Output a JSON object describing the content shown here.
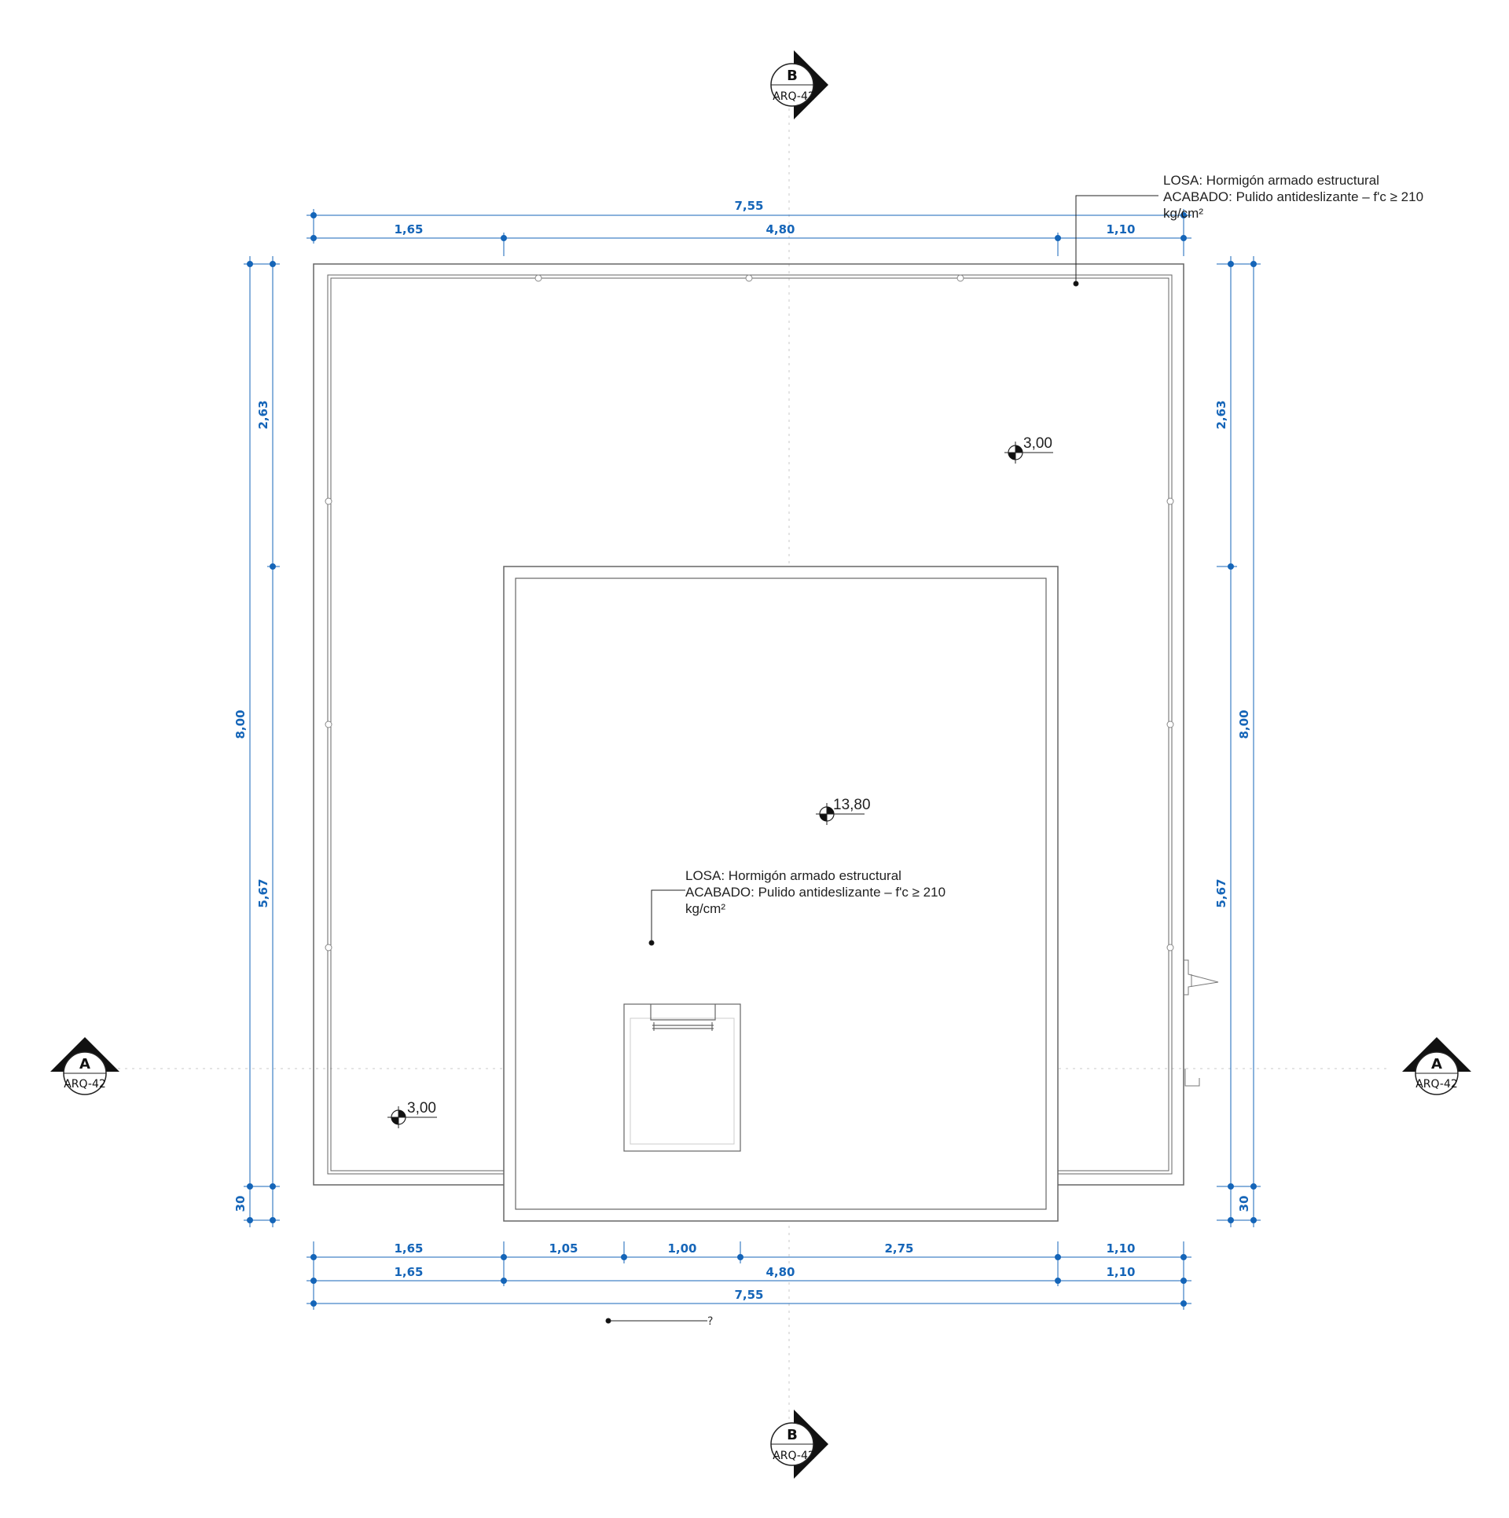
{
  "dimensions": {
    "top_overall": "7,55",
    "top_segments": [
      "1,65",
      "4,80",
      "1,10"
    ],
    "bottom_row1": [
      "1,65",
      "1,05",
      "1,00",
      "2,75",
      "1,10"
    ],
    "bottom_row2": [
      "1,65",
      "4,80",
      "1,10"
    ],
    "bottom_overall": "7,55",
    "left_overall": "8,00",
    "left_segments": [
      "2,63",
      "5,67",
      "30"
    ],
    "right_overall": "8,00",
    "right_segments": [
      "2,63",
      "5,67",
      "30"
    ]
  },
  "notes": {
    "top": {
      "line1": "LOSA: Hormigón armado estructural",
      "line2": "ACABADO: Pulido antideslizante – f'c ≥ 210",
      "line3": "kg/cm²"
    },
    "center": {
      "line1": "LOSA: Hormigón armado estructural",
      "line2": "ACABADO: Pulido antideslizante – f'c ≥ 210",
      "line3": "kg/cm²"
    }
  },
  "levels": {
    "upper_right": "3,00",
    "center": "13,80",
    "lower_left": "3,00"
  },
  "section_markers": {
    "top": {
      "letter": "B",
      "sheet": "ARQ-42"
    },
    "bottom": {
      "letter": "B",
      "sheet": "ARQ-42"
    },
    "left": {
      "letter": "A",
      "sheet": "ARQ-42"
    },
    "right": {
      "letter": "A",
      "sheet": "ARQ-42"
    }
  },
  "misc": {
    "leader_tag": "?"
  },
  "colors": {
    "dimension": "#1565b8",
    "outline": "#555555",
    "axis": "#bbbbbb"
  }
}
